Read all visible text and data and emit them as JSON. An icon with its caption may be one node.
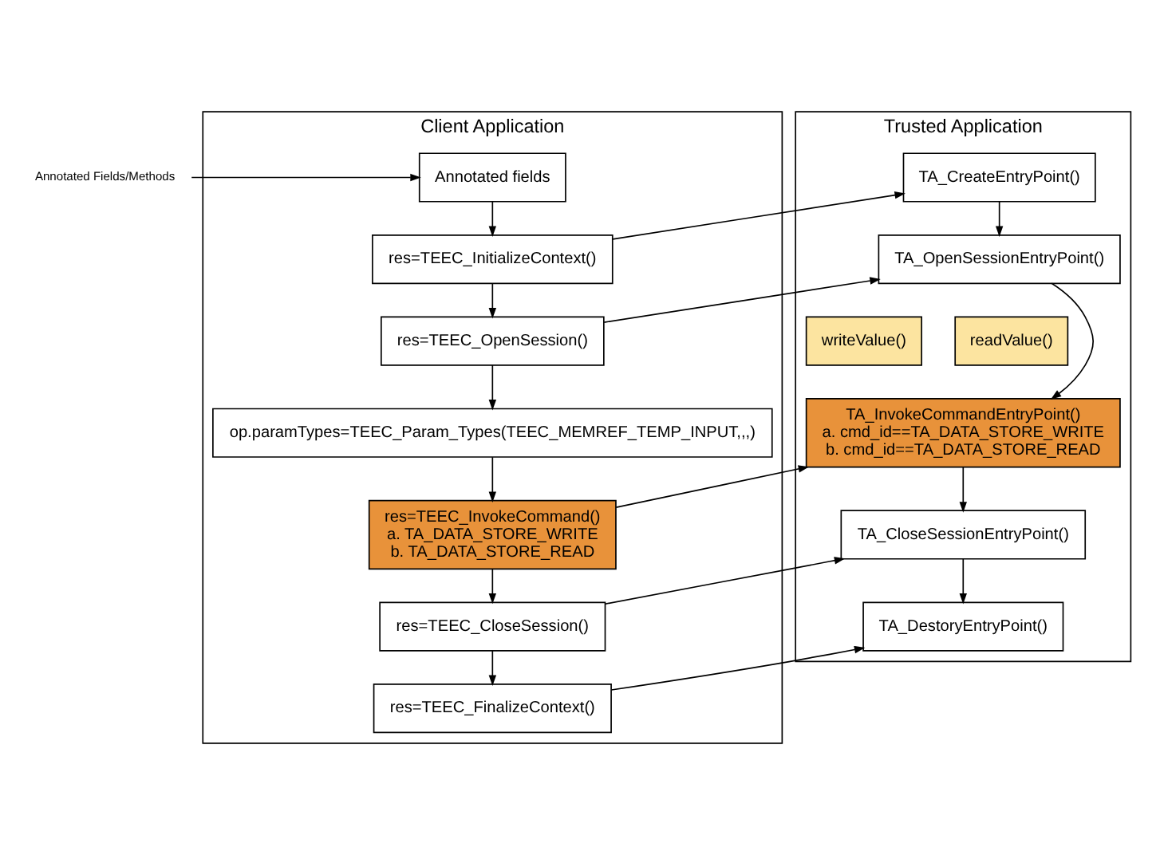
{
  "diagram": {
    "nodes": [
      {
        "text": [
          "Annotated Fields/Methods"
        ]
      },
      {
        "text": [
          "Client Application"
        ]
      },
      {
        "text": [
          "Annotated fields"
        ],
        "in": 1
      },
      {
        "text": [
          "res=TEEC_InitializeContext()"
        ],
        "in": 1
      },
      {
        "text": [
          "res=TEEC_OpenSession()"
        ],
        "in": 1
      },
      {
        "text": [
          "op.paramTypes=TEEC_Param_Types(TEEC_MEMREF_TEMP_INPUT,,,)"
        ],
        "in": 1
      },
      {
        "text": [
          "res=TEEC_InvokeCommand()",
          "a. TA_DATA_STORE_WRITE",
          "b. TA_DATA_STORE_READ"
        ],
        "in": 1
      },
      {
        "text": [
          "res=TEEC_CloseSession()"
        ],
        "in": 1
      },
      {
        "text": [
          "res=TEEC_FinalizeContext()"
        ],
        "in": 1
      },
      {
        "text": [
          "Trusted Application"
        ]
      },
      {
        "text": [
          "TA_CreateEntryPoint()"
        ],
        "in": 9
      },
      {
        "text": [
          "TA_OpenSessionEntryPoint()"
        ],
        "in": 9
      },
      {
        "text": [
          "writeValue()"
        ],
        "in": 9
      },
      {
        "text": [
          "readValue()"
        ],
        "in": 9
      },
      {
        "text": [
          "TA_InvokeCommandEntryPoint()",
          "a. cmd_id==TA_DATA_STORE_WRITE",
          "b. cmd_id==TA_DATA_STORE_READ"
        ],
        "in": 9
      },
      {
        "text": [
          "TA_CloseSessionEntryPoint()"
        ],
        "in": 9
      },
      {
        "text": [
          "TA_DestoryEntryPoint()"
        ],
        "in": 9
      }
    ],
    "edges": [
      {
        "from": 0,
        "to": 2,
        "arrow": "to"
      },
      {
        "from": 2,
        "to": 3,
        "arrow": "to"
      },
      {
        "from": 3,
        "to": 4,
        "arrow": "to"
      },
      {
        "from": 4,
        "to": 5,
        "arrow": "to"
      },
      {
        "from": 5,
        "to": 6,
        "arrow": "to"
      },
      {
        "from": 6,
        "to": 7,
        "arrow": "to"
      },
      {
        "from": 7,
        "to": 8,
        "arrow": "to"
      },
      {
        "from": 3,
        "to": 10,
        "arrow": "to"
      },
      {
        "from": 10,
        "to": 11,
        "arrow": "to"
      },
      {
        "from": 4,
        "to": 11,
        "arrow": "to"
      },
      {
        "from": 11,
        "to": 14,
        "arrow": "to"
      },
      {
        "from": 6,
        "to": 14,
        "arrow": "to"
      },
      {
        "from": 14,
        "to": 15,
        "arrow": "to"
      },
      {
        "from": 7,
        "to": 15,
        "arrow": "to"
      },
      {
        "from": 15,
        "to": 16,
        "arrow": "to"
      },
      {
        "from": 8,
        "to": 16,
        "arrow": "to"
      }
    ]
  }
}
